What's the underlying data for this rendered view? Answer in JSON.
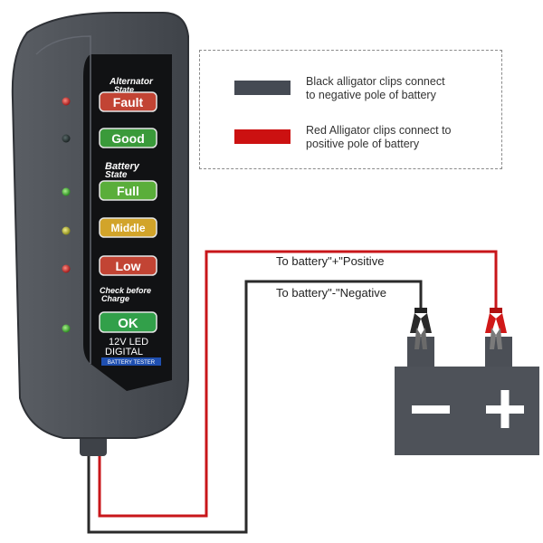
{
  "legend": {
    "black_text_line1": "Black alligator clips connect",
    "black_text_line2": "to negative pole of battery",
    "red_text_line1": "Red Alligator clips connect to",
    "red_text_line2": "positive pole of battery",
    "black_color": "#454a53",
    "red_color": "#cc1111"
  },
  "tester": {
    "alternator_label_1": "Alternator",
    "alternator_label_2": "State",
    "battery_label_1": "Battery",
    "battery_label_2": "State",
    "check_label_1": "Check before",
    "check_label_2": "Charge",
    "buttons": {
      "fault": "Fault",
      "good": "Good",
      "full": "Full",
      "middle": "Middle",
      "low": "Low",
      "ok": "OK"
    },
    "model_line1": "12V LED",
    "model_line2": "DIGITAL",
    "badge": "BATTERY TESTER"
  },
  "wiring": {
    "positive_label": "To battery\"+\"Positive",
    "negative_label": "To battery\"-\"Negative",
    "minus_symbol": "−",
    "plus_symbol": "+"
  }
}
